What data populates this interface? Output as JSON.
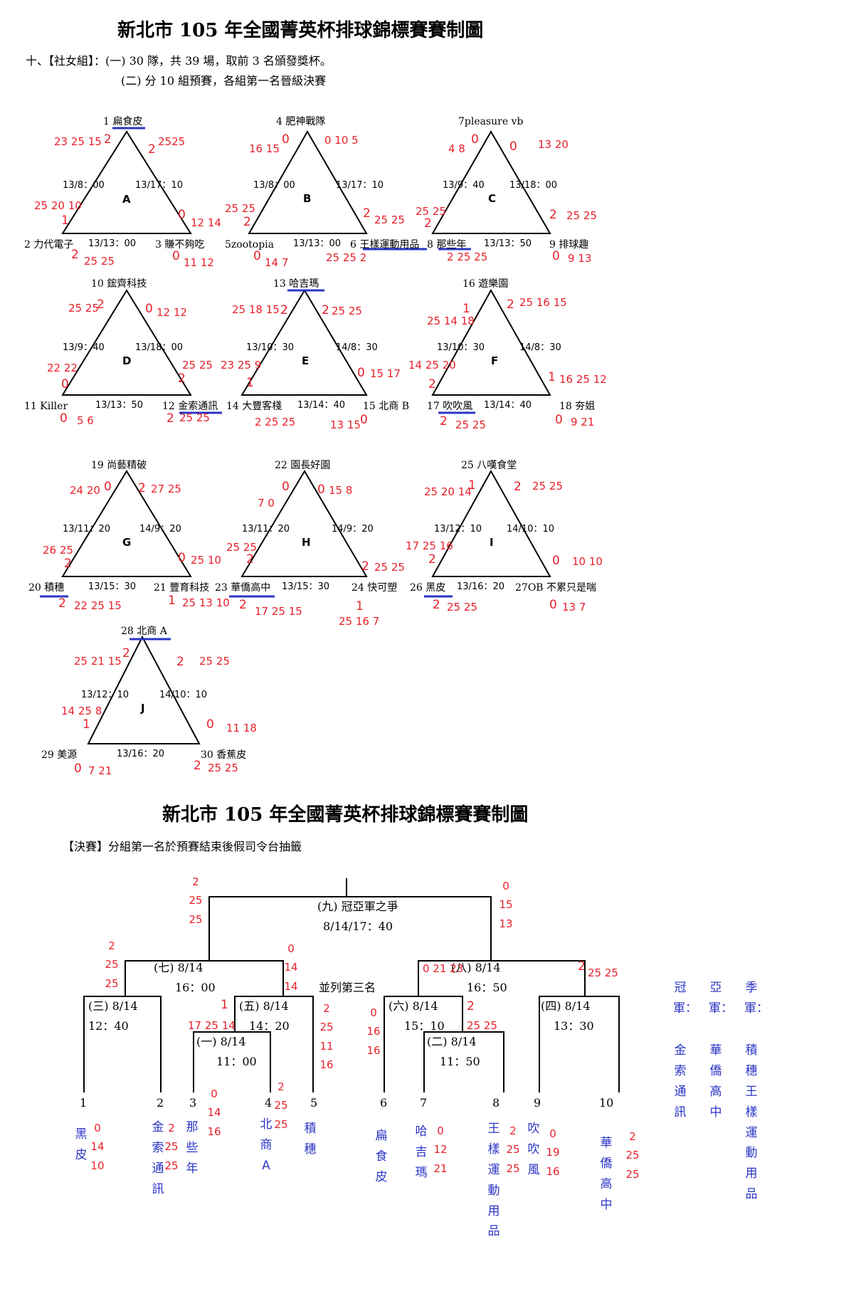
{
  "title1": "新北市 105 年全國菁英杯排球錦標賽賽制圖",
  "line1": "十、【社女組】：(一) 30 隊，共 39 場，取前 3 名頒發獎杯。",
  "line2": "(二) 分 10 組預賽，各組第一名晉級決賽",
  "groups": {
    "A": {
      "letter": "A",
      "top": "1 扁食皮",
      "left": "2 力代電子",
      "right": "3 賺不夠吃",
      "t1": "13/8：00",
      "t2": "13/17：10",
      "t3": "13/13：00",
      "s1": "23 25 15",
      "w1": "2",
      "s2": "2525",
      "w2": "2",
      "s3": "25 20 10",
      "w3": "1",
      "s4": "12 14",
      "w4": "0",
      "s5": "2",
      "s5b": "25 25",
      "s6": "0",
      "s6b": "11 12"
    },
    "B": {
      "letter": "B",
      "top": "4 肥神戰隊",
      "left": "5zootopia",
      "right": "6 王樣運動用品",
      "t1": "13/8：00",
      "t2": "13/17：10",
      "t3": "13/13：00",
      "s1": "16 15",
      "w1": "0",
      "s2": "0 10 5",
      "s3": "25 25",
      "w3": "2",
      "s4": "2",
      "s4b": "25 25",
      "s5": "0",
      "s5b": "14 7",
      "s6": "25 25 2"
    },
    "C": {
      "letter": "C",
      "top": "7pleasure vb",
      "left": "8 那些年",
      "right": "9 排球趣",
      "t1": "13/9：40",
      "t2": "13/18：00",
      "t3": "13/13：50",
      "s1": "4 8",
      "w1": "0",
      "s2": "0",
      "s2b": "13 20",
      "s3": "25 25",
      "w3": "2",
      "s4": "2",
      "s4b": "25 25",
      "s5": "2 25 25",
      "s6": "0",
      "s6b": "9 13"
    },
    "D": {
      "letter": "D",
      "top": "10 鋐齊科技",
      "left": "11 Killer",
      "right": "12 金索通訊",
      "t1": "13/9：40",
      "t2": "13/18：00",
      "t3": "13/13：50",
      "s1": "25 25",
      "w1": "2",
      "s2": "0",
      "s2b": "12 12",
      "s3": "22 22",
      "w3": "0",
      "s4": "25 25",
      "w4": "2",
      "s5": "0",
      "s5b": "5 6",
      "s6": "2",
      "s6b": "25 25"
    },
    "E": {
      "letter": "E",
      "top": "13 哈吉瑪",
      "left": "14 大豐客棧",
      "right": "15 北商 B",
      "t1": "13/10：30",
      "t2": "14/8：30",
      "t3": "13/14：40",
      "s1": "25 18 15",
      "w1": "2",
      "s2": "2",
      "s2b": "25 25",
      "s3": "23 25 9",
      "w3": "1",
      "s4": "0",
      "s4b": "15 17",
      "s5": "2 25 25",
      "s6": "13 15",
      "w6": "0"
    },
    "F": {
      "letter": "F",
      "top": "16 遊樂園",
      "left": "17 吹吹風",
      "right": "18 夯姐",
      "t1": "13/10：30",
      "t2": "14/8：30",
      "t3": "13/14：40",
      "s1": "25 14 18",
      "w1": "1",
      "s2": "2",
      "s2b": "25 16 15",
      "s3": "14 25 20",
      "w3": "2",
      "s4": "1",
      "s4b": "16 25 12",
      "s5": "2",
      "s5b": "25 25",
      "s6": "0",
      "s6b": "9 21"
    },
    "G": {
      "letter": "G",
      "top": "19 尚藝精破",
      "left": "20 積穗",
      "right": "21 豐育科技",
      "t1": "13/11：20",
      "t2": "14/9：20",
      "t3": "13/15：30",
      "s1": "24 20",
      "w1": "0",
      "s2": "2",
      "s2b": "27 25",
      "s3": "26 25",
      "w3": "2",
      "s4": "0",
      "s4b": "25 10",
      "s5": "2",
      "s5b": "22 25 15",
      "s6": "1",
      "s6b": "25 13 10"
    },
    "H": {
      "letter": "H",
      "top": "22 園長好園",
      "left": "23 華僑高中",
      "right": "24 快可塑",
      "t1": "13/11：20",
      "t2": "14/9：20",
      "t3": "13/15：30",
      "s1": "7 0",
      "w1": "0",
      "s2": "0",
      "s2b": "15 8",
      "s3": "25 25",
      "w3": "2",
      "s4": "2",
      "s4b": "25 25",
      "s5": "2",
      "s5b": "17 25 15",
      "s6": "1",
      "s6b": "25 16 7"
    },
    "I": {
      "letter": "I",
      "top": "25 八嘆食堂",
      "left": "26 黑皮",
      "right": "27OB 不累只是喘",
      "t1": "13/12：10",
      "t2": "14/10：10",
      "t3": "13/16：20",
      "s1": "25 20 14",
      "w1": "1",
      "s2": "2",
      "s2b": "25 25",
      "s3": "17 25 16",
      "w3": "2",
      "s4": "0",
      "s4b": "10 10",
      "s5": "2",
      "s5b": "25 25",
      "s6": "0",
      "s6b": "13 7"
    },
    "J": {
      "letter": "J",
      "top": "28 北商 A",
      "left": "29 美源",
      "right": "30 香蕉皮",
      "t1": "13/12：10",
      "t2": "14/10：10",
      "t3": "13/16：20",
      "s1": "25 21 15",
      "w1": "2",
      "s2": "2",
      "s2b": "25 25",
      "s3": "14 25 8",
      "w3": "1",
      "s4": "0",
      "s4b": "11 18",
      "s5": "0",
      "s5b": "7 21",
      "s6": "2",
      "s6b": "25 25"
    }
  },
  "title2": "新北市 105 年全國菁英杯排球錦標賽賽制圖",
  "final_note": "【決賽】分組第一名於預賽結束後假司令台抽籤",
  "bracket": {
    "m9": "(九) 冠亞軍之爭",
    "m9t": "8/14/17：40",
    "m7": "(七) 8/14",
    "m7t": "16：00",
    "m8": "(八) 8/14",
    "m8t": "16：50",
    "third": "並列第三名",
    "m3": "(三) 8/14",
    "m3t": "12：40",
    "m5": "(五) 8/14",
    "m5t": "14：20",
    "m6": "(六) 8/14",
    "m6t": "15：10",
    "m4": "(四) 8/14",
    "m4t": "13：30",
    "m1": "(一) 8/14",
    "m1t": "11：00",
    "m2": "(二) 8/14",
    "m2t": "11：50",
    "seeds": [
      "1",
      "2",
      "3",
      "4",
      "5",
      "6",
      "7",
      "8",
      "9",
      "10"
    ],
    "teams": [
      "黑皮",
      "金索通訊",
      "那些年",
      "北商A",
      "積穗",
      "扁食皮",
      "哈吉瑪",
      "王樣運動用品",
      "吹吹風",
      "華僑高中"
    ],
    "scores": {
      "m9l": "2 25 25",
      "m9r": "0 15 13",
      "m7l": "2 25 25",
      "m7r": "0 14 14",
      "m8l": "0 21 23",
      "m8r": "2",
      "m8rb": "25 25",
      "m5l": "1",
      "m5lb": "17 25 14",
      "m5r": "2 25 11 16",
      "m6l": "0 16 16",
      "m6r": "2",
      "m6rb": "25 25",
      "m1l": "0 14 16",
      "m1r": "2 25 25",
      "t1": "0 14 10",
      "t2": "2 25 25",
      "t7": "0 12 21",
      "t8": "2 25 25",
      "t9": "0 19 16",
      "t10": "2 25 25"
    }
  },
  "awards": {
    "champ": "冠軍：",
    "champ_team": "金索通訊",
    "second": "亞軍：",
    "second_team": "華僑高中",
    "third": "季軍：",
    "third_team": "積穗 王樣運動用品"
  },
  "colors": {
    "red": "#e8202a",
    "blue": "#2b35c4"
  }
}
